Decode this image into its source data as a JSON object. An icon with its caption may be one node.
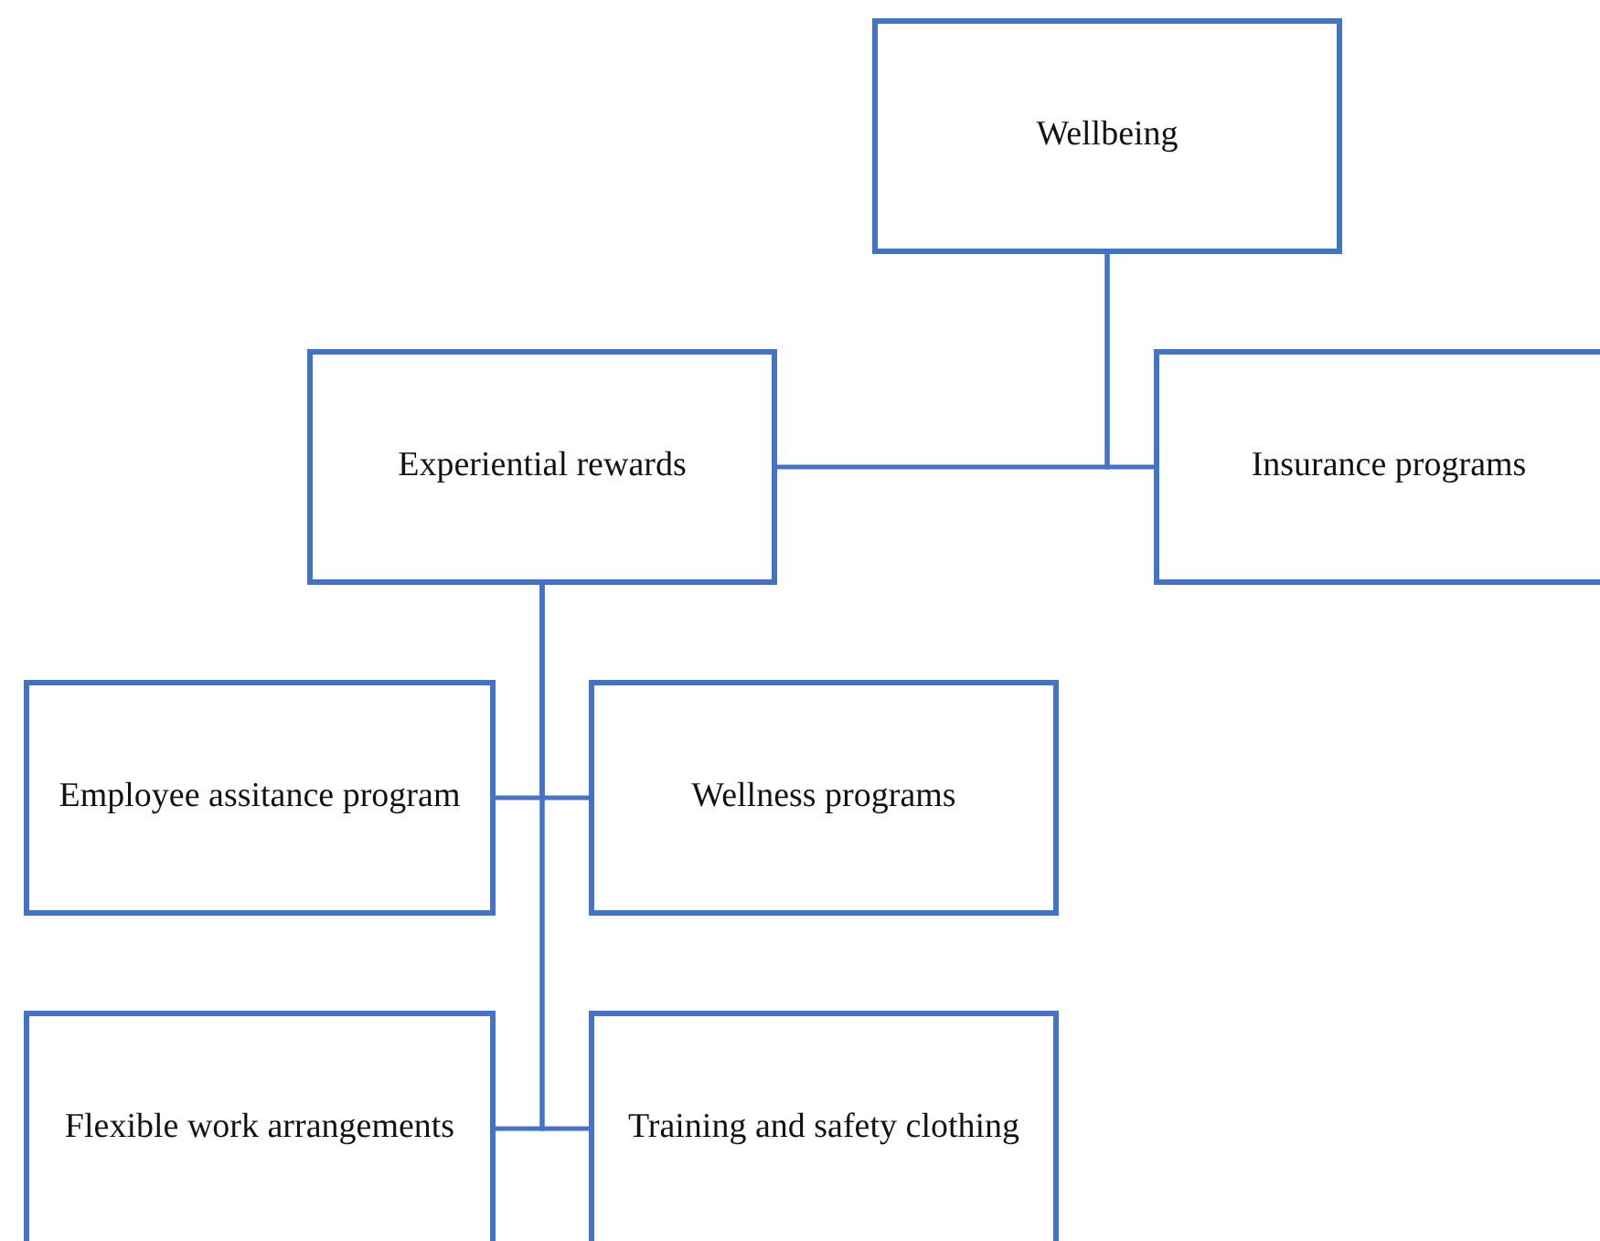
{
  "diagram": {
    "nodes": [
      {
        "text": [
          "Wellbeing"
        ]
      },
      {
        "text": [
          "Experiential rewards"
        ]
      },
      {
        "text": [
          "Insurance programs"
        ]
      },
      {
        "text": [
          "Employee assitance program"
        ]
      },
      {
        "text": [
          "Wellness programs"
        ]
      },
      {
        "text": [
          "Flexible work arrangements"
        ]
      },
      {
        "text": [
          "Training and safety clothing"
        ]
      }
    ],
    "edges": [
      {
        "from": 0,
        "to": 1,
        "arrow": "none"
      },
      {
        "from": 0,
        "to": 2,
        "arrow": "none"
      },
      {
        "from": 1,
        "to": 3,
        "arrow": "none"
      },
      {
        "from": 1,
        "to": 4,
        "arrow": "none"
      },
      {
        "from": 1,
        "to": 5,
        "arrow": "none"
      },
      {
        "from": 1,
        "to": 6,
        "arrow": "none"
      }
    ]
  }
}
